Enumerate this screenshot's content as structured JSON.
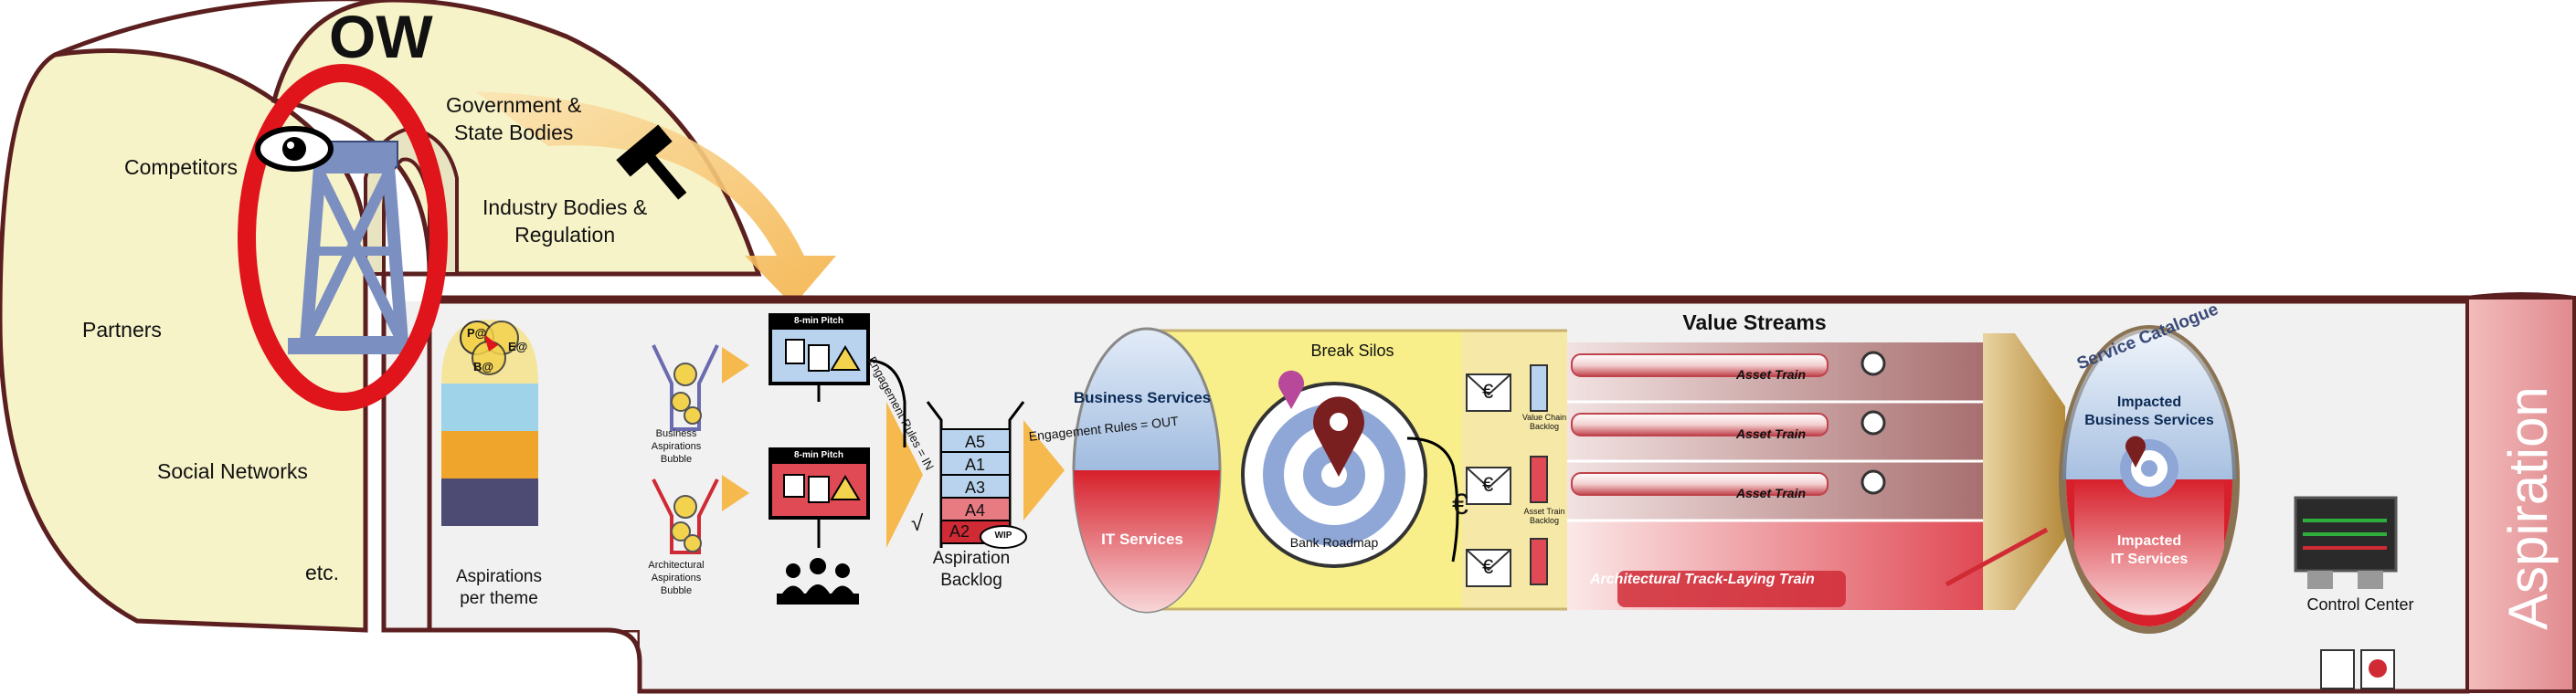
{
  "ow": {
    "title": "OW",
    "competitors": "Competitors",
    "government_line1": "Government &",
    "government_line2": "State Bodies",
    "industry_line1": "Industry Bodies &",
    "industry_line2": "Regulation",
    "partners": "Partners",
    "social_networks": "Social Networks",
    "etc": "etc."
  },
  "aspirations": {
    "label_line1": "Aspirations",
    "label_line2": "per theme",
    "venn": [
      "P@",
      "E@",
      "B@"
    ],
    "business_bubble": [
      "Business",
      "Aspirations",
      "Bubble"
    ],
    "architectural_bubble": [
      "Architectural",
      "Aspirations",
      "Bubble"
    ]
  },
  "pitch": {
    "top_title": "8-min Pitch",
    "bottom_title": "8-min Pitch",
    "engagement_rules_vertical": "Engagement Rules = IN",
    "engagement_rules_out": "Engagement Rules = OUT",
    "check_mark": "√",
    "wip": "WIP"
  },
  "backlog": {
    "items": [
      "A5",
      "A1",
      "A3",
      "A4",
      "A2"
    ],
    "label_line1": "Aspiration",
    "label_line2": "Backlog"
  },
  "silos": {
    "break_silos": "Break Silos",
    "business_services": "Business Services",
    "it_services": "IT Services",
    "bank_roadmap": "Bank Roadmap",
    "value_chain_backlog": [
      "Value Chain",
      "Backlog"
    ],
    "asset_train_backlog": [
      "Asset Train",
      "Backlog"
    ],
    "currency": "€"
  },
  "value_streams": {
    "title": "Value Streams",
    "trains": [
      "Asset Train",
      "Asset Train",
      "Asset Train"
    ],
    "track_laying": "Architectural Track-Laying Train"
  },
  "catalogue": {
    "title": "Service Catalogue",
    "impacted_business_line1": "Impacted",
    "impacted_business_line2": "Business Services",
    "impacted_it_line1": "Impacted",
    "impacted_it_line2": "IT Services"
  },
  "control": {
    "label": "Control Center",
    "aspiration": "Aspiration"
  },
  "colors": {
    "ow_fill": "#f7f3c9",
    "outline": "#5c1f1f",
    "red": "#e0151b",
    "tower": "#7b8fc0",
    "arrow": "#f6c46e",
    "blue_service": "#6f9ad0",
    "red_service": "#d02a35",
    "break_silos": "#f8ef8a",
    "value_band": "#b87f7f",
    "aspiration_panel": "#e8a2a2"
  },
  "icons": [
    "eye-icon",
    "gavel-icon",
    "tower-icon",
    "lightbulb-icon",
    "map-pin-icon",
    "target-icon",
    "lock-icon",
    "warning-icon",
    "euro-icon",
    "train-icon",
    "monitor-icon",
    "people-icon"
  ]
}
